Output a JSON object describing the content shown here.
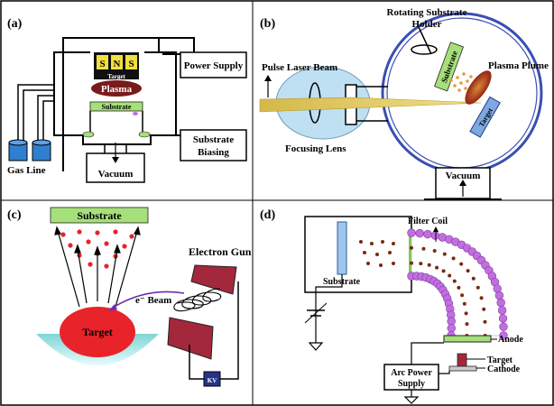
{
  "panels": {
    "a": {
      "tag": "(a)",
      "magnets": [
        "S",
        "N",
        "S"
      ],
      "target": "Target",
      "plasma": "Plasma",
      "substrate": "Substrate",
      "power_supply": "Power Supply",
      "substrate_biasing": [
        "Substrate",
        "Biasing"
      ],
      "gas_line": "Gas Line",
      "vacuum": "Vacuum"
    },
    "b": {
      "tag": "(b)",
      "rotating_holder": [
        "Rotating Substrate",
        "Holder"
      ],
      "pulse_laser_beam": "Pulse Laser Beam",
      "substrate": "Substrate",
      "plasma_plume": "Plasma Plume",
      "target": "Target",
      "focusing_lens": "Focusing Lens",
      "vacuum": "Vacuum"
    },
    "c": {
      "tag": "(c)",
      "substrate": "Substrate",
      "electron_gun": "Electron Gun",
      "e_beam": "e⁻ Beam",
      "target": "Target",
      "kv": "KV"
    },
    "d": {
      "tag": "(d)",
      "filter_coil": "Filter Coil",
      "substrate": "Substrate",
      "anode": "Anode",
      "target": "Target",
      "cathode": "Cathode",
      "arc_power_supply": [
        "Arc Power",
        "Supply"
      ]
    }
  },
  "colors": {
    "substrate_green": "#a6e07a",
    "target_red": "#e8232a",
    "plasma_maroon": "#7a1b1b",
    "chamber_blue": "#3a4fb0",
    "lens_blue": "#bfe0f2",
    "beam_yellow": "#e0c24a",
    "coil_purple": "#c36ee0",
    "magnet_yellow": "#f2e040",
    "gas_blue": "#2f7fd0",
    "gun_maroon": "#a3283c"
  }
}
